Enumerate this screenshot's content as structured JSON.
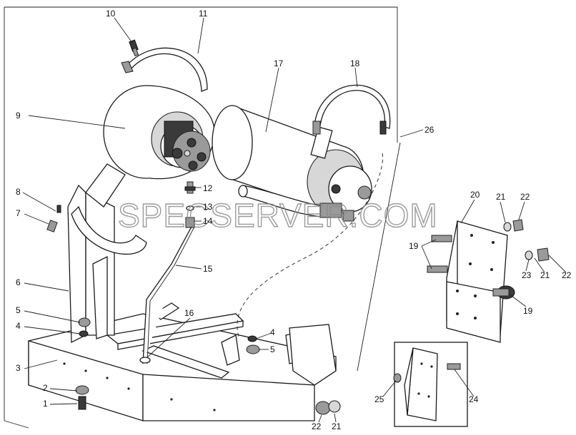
{
  "watermark": "SPECSERVER.COM",
  "callouts": {
    "n1": "1",
    "n2": "2",
    "n3": "3",
    "n4": "4",
    "n4b": "4",
    "n5": "5",
    "n5b": "5",
    "n6": "6",
    "n7": "7",
    "n8": "8",
    "n9": "9",
    "n10": "10",
    "n11": "11",
    "n12": "12",
    "n13": "13",
    "n14": "14",
    "n15": "15",
    "n16": "16",
    "n17": "17",
    "n18": "18",
    "n19a": "19",
    "n19b": "19",
    "n20": "20",
    "n21a": "21",
    "n21b": "21",
    "n21c": "21",
    "n22a": "22",
    "n22b": "22",
    "n22c": "22",
    "n23": "23",
    "n24": "24",
    "n25": "25",
    "n26": "26"
  }
}
